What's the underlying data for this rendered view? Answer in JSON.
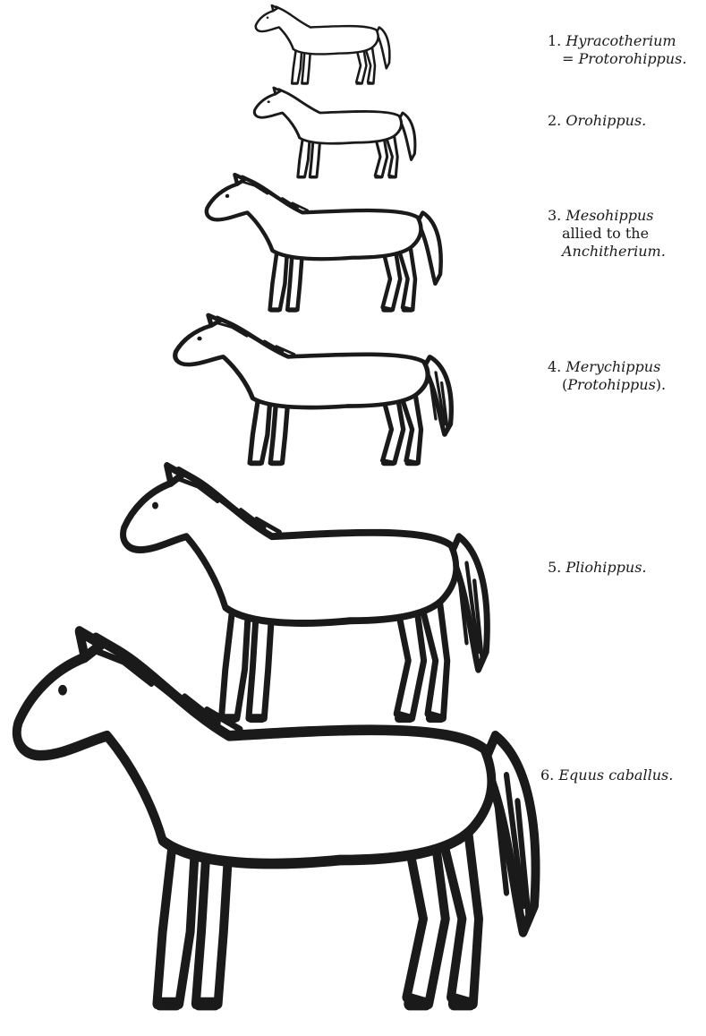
{
  "figure": {
    "ink_color": "#1a1a1a",
    "background": "#ffffff",
    "stages": [
      {
        "number": "1.",
        "parts": [
          [
            {
              "text": "Hyracotherium",
              "style": "italic"
            }
          ],
          [
            {
              "text": "= ",
              "style": "roman"
            },
            {
              "text": "Protorohippus.",
              "style": "italic"
            }
          ]
        ]
      },
      {
        "number": "2.",
        "parts": [
          [
            {
              "text": "Orohippus.",
              "style": "italic"
            }
          ]
        ]
      },
      {
        "number": "3.",
        "parts": [
          [
            {
              "text": "Mesohippus",
              "style": "italic"
            }
          ],
          [
            {
              "text": "allied to the",
              "style": "roman"
            }
          ],
          [
            {
              "text": "Anchitherium.",
              "style": "italic"
            }
          ]
        ]
      },
      {
        "number": "4.",
        "parts": [
          [
            {
              "text": "Merychippus",
              "style": "italic"
            }
          ],
          [
            {
              "text": "(",
              "style": "roman"
            },
            {
              "text": "Protohippus",
              "style": "italic"
            },
            {
              "text": ").",
              "style": "roman"
            }
          ]
        ]
      },
      {
        "number": "5.",
        "parts": [
          [
            {
              "text": "Pliohippus.",
              "style": "italic"
            }
          ]
        ]
      },
      {
        "number": "6.",
        "parts": [
          [
            {
              "text": "Equus caballus.",
              "style": "italic"
            }
          ]
        ]
      }
    ]
  }
}
